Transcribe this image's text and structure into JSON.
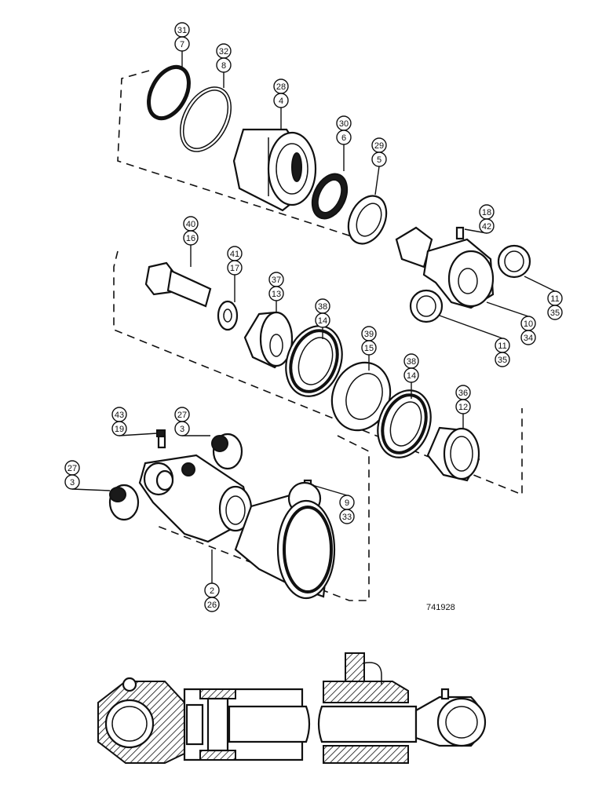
{
  "reference_number": "741928",
  "callouts": [
    {
      "id": "c-seal-ring-7",
      "top": "31",
      "bottom": "7"
    },
    {
      "id": "c-backup-ring-8",
      "top": "32",
      "bottom": "8"
    },
    {
      "id": "c-gland-4",
      "top": "28",
      "bottom": "4"
    },
    {
      "id": "c-wiper-6",
      "top": "30",
      "bottom": "6"
    },
    {
      "id": "c-seal-5",
      "top": "29",
      "bottom": "5"
    },
    {
      "id": "c-fitting-18",
      "top": "18",
      "bottom": "42"
    },
    {
      "id": "c-bushing-11-top",
      "top": "11",
      "bottom": "35"
    },
    {
      "id": "c-rod-end-10",
      "top": "10",
      "bottom": "34"
    },
    {
      "id": "c-bushing-11-bottom",
      "top": "11",
      "bottom": "35"
    },
    {
      "id": "c-bolt-16",
      "top": "40",
      "bottom": "16"
    },
    {
      "id": "c-washer-17",
      "top": "41",
      "bottom": "17"
    },
    {
      "id": "c-piston-13",
      "top": "37",
      "bottom": "13"
    },
    {
      "id": "c-ring-14-a",
      "top": "38",
      "bottom": "14"
    },
    {
      "id": "c-ring-15",
      "top": "39",
      "bottom": "15"
    },
    {
      "id": "c-ring-14-b",
      "top": "38",
      "bottom": "14"
    },
    {
      "id": "c-spacer-12",
      "top": "36",
      "bottom": "12"
    },
    {
      "id": "c-fitting-19",
      "top": "43",
      "bottom": "19"
    },
    {
      "id": "c-bushing-3-top",
      "top": "27",
      "bottom": "3"
    },
    {
      "id": "c-bushing-3-left",
      "top": "27",
      "bottom": "3"
    },
    {
      "id": "c-screw-9",
      "top": "9",
      "bottom": "33"
    },
    {
      "id": "c-tube-2",
      "top": "2",
      "bottom": "26"
    }
  ]
}
